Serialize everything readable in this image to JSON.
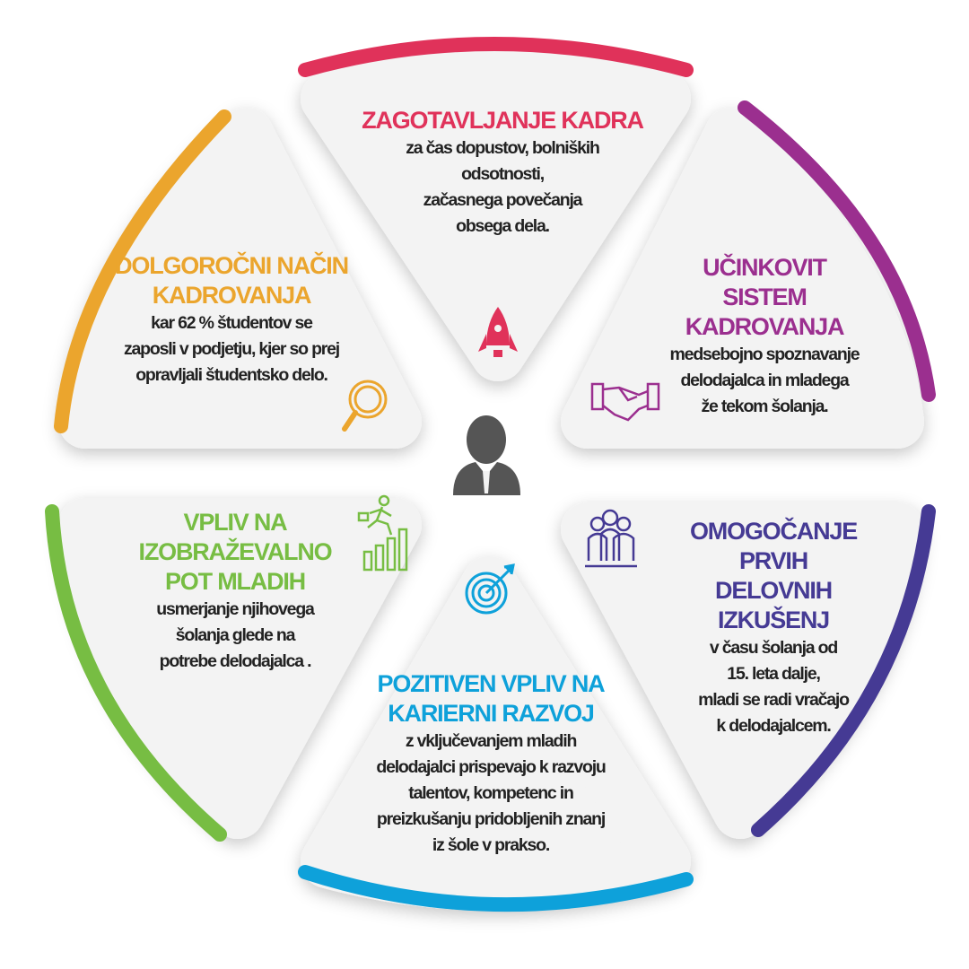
{
  "colors": {
    "red": "#e0325a",
    "purple": "#9b2f8f",
    "indigo": "#453a94",
    "blue": "#0ea1da",
    "green": "#77bd43",
    "orange": "#eba52d",
    "panel": "#f3f3f3",
    "person": "#555555"
  },
  "center_icon": "businessman-icon",
  "segments": [
    {
      "id": "top",
      "title": "ZAGOTAVLJANJE KADRA",
      "text": "za čas dopustov, bolniških\nodsotnosti,\nzačasnega povečanja\nobsega dela.",
      "icon": "rocket-icon"
    },
    {
      "id": "upper-right",
      "title": "UČINKOVIT SISTEM\nKADROVANJA",
      "text": "medsebojno spoznavanje\ndelodajalca in mladega\nže tekom šolanja.",
      "icon": "handshake-icon"
    },
    {
      "id": "lower-right",
      "title": "OMOGOČANJE PRVIH\nDELOVNIH IZKUŠENJ",
      "text": "v času šolanja od\n15. leta dalje,\nmladi se radi vračajo\nk delodajalcem.",
      "icon": "team-icon"
    },
    {
      "id": "bottom",
      "title": "POZITIVEN VPLIV NA\nKARIERNI RAZVOJ",
      "text": "z vključevanjem mladih\ndelodajalci prispevajo k  razvoju\ntalentov, kompetenc in\npreizkušanju pridobljenih znanj\niz šole v prakso.",
      "icon": "target-icon"
    },
    {
      "id": "lower-left",
      "title": "VPLIV NA\nIZOBRAŽEVALNO\nPOT MLADIH",
      "text": "usmerjanje njihovega\nšolanja glede na\npotrebe delodajalca .",
      "icon": "career-growth-icon"
    },
    {
      "id": "upper-left",
      "title": "DOLGOROČNI NAČIN\nKADROVANJA",
      "text": "kar 62 %  študentov se\nzaposli v podjetju, kjer so prej\nopravljali študentsko delo.",
      "icon": "magnifier-icon"
    }
  ]
}
